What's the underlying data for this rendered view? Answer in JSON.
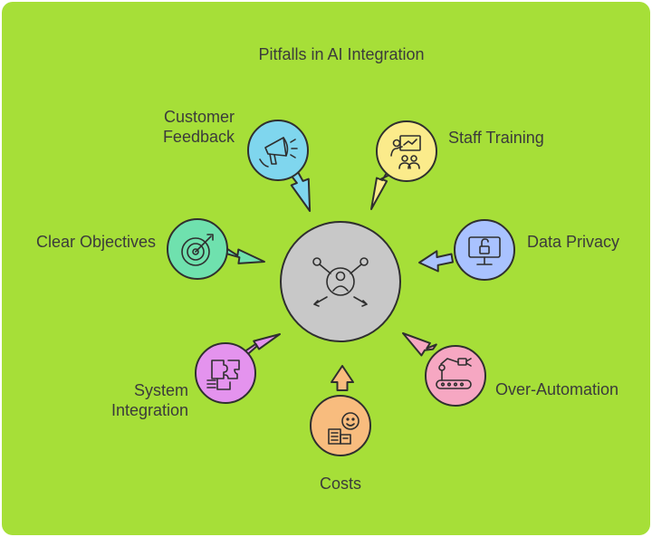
{
  "title": "Pitfalls in AI Integration",
  "center": {
    "icon": "user-network-icon"
  },
  "colors": {
    "background": "#a6df38",
    "hub": "#c8c8c8",
    "stroke": "#2f2f2f",
    "customer_feedback": "#7fd6ee",
    "staff_training": "#fbeb8b",
    "clear_objectives": "#6fe1ae",
    "data_privacy": "#a9c2ff",
    "system_integration": "#e493ee",
    "over_automation": "#f6a7c2",
    "costs": "#f8bc7e"
  },
  "items": {
    "customer_feedback": {
      "line1": "Customer",
      "line2": "Feedback",
      "icon": "megaphone-icon"
    },
    "staff_training": {
      "label": "Staff Training",
      "icon": "presentation-icon"
    },
    "clear_objectives": {
      "label": "Clear Objectives",
      "icon": "target-icon"
    },
    "data_privacy": {
      "label": "Data Privacy",
      "icon": "unlocked-monitor-icon"
    },
    "system_integration": {
      "line1": "System",
      "line2": "Integration",
      "icon": "puzzle-pieces-icon"
    },
    "over_automation": {
      "label": "Over-Automation",
      "icon": "robot-arm-icon"
    },
    "costs": {
      "label": "Costs",
      "icon": "budget-icon"
    }
  }
}
